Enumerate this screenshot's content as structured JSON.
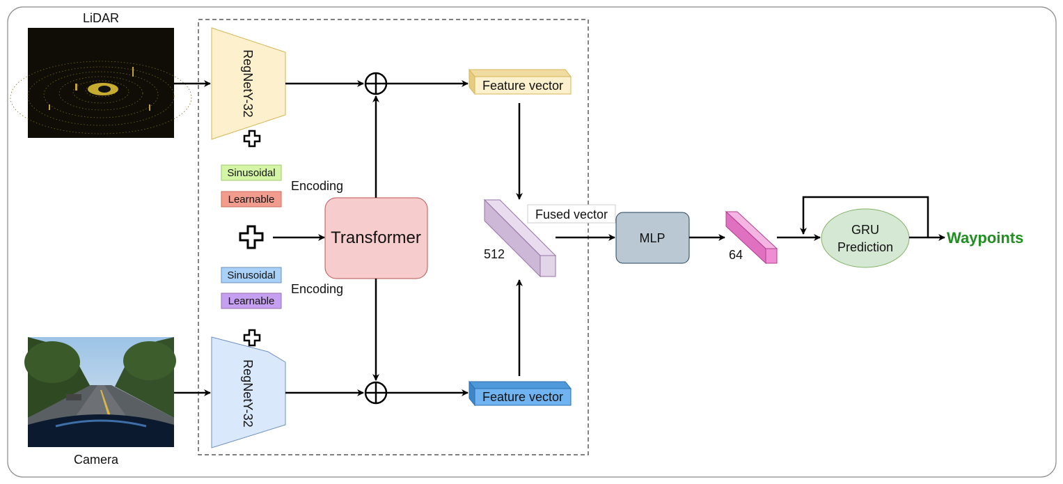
{
  "inputs": {
    "lidar_label": "LiDAR",
    "camera_label": "Camera"
  },
  "backbones": {
    "lidar": "RegNetY-32",
    "camera": "RegNetY-32"
  },
  "encodings": {
    "lidar": {
      "sinusoidal": "Sinusoidal",
      "learnable": "Learnable",
      "caption": "Encoding"
    },
    "camera": {
      "sinusoidal": "Sinusoidal",
      "learnable": "Learnable",
      "caption": "Encoding"
    }
  },
  "transformer": {
    "label": "Transformer"
  },
  "features": {
    "top": "Feature vector",
    "bottom": "Feature vector"
  },
  "fused": {
    "label": "Fused vector",
    "dim": "512"
  },
  "mlp": {
    "label": "MLP",
    "out_dim": "64"
  },
  "gru": {
    "line1": "GRU",
    "line2": "Prediction"
  },
  "output": {
    "label": "Waypoints"
  },
  "colors": {
    "backbone_lidar": "#fdf0cc",
    "backbone_camera": "#dae8fc",
    "sinusoidal_top": "#d5f5a6",
    "learnable_top": "#f19c8c",
    "sinusoidal_bottom": "#a9d1f7",
    "learnable_bottom": "#c59ff0",
    "transformer": "#f7cccc",
    "feature_top": "#fdf0cc",
    "feature_bottom": "#6fb3f0",
    "fused": "#e1d5e7",
    "mlp": "#bac8d3",
    "vec64": "#f08cd2",
    "gru": "#d5e8d4",
    "waypoints": "#1f8f1f"
  }
}
